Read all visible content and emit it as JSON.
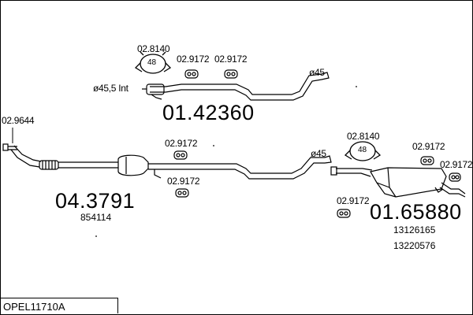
{
  "upper_pipe": {
    "part_number": "01.42360",
    "clamp_ref": "02.8140",
    "clamp_size": "48",
    "hanger_ref_1": "02.9172",
    "hanger_ref_2": "02.9172",
    "diameter_inlet": "ø45,5  Int",
    "diameter_outlet": "ø45"
  },
  "front_pipe": {
    "part_number": "04.3791",
    "sub_number": "854114",
    "gasket_ref": "02.9644",
    "hanger_ref_top": "02.9172",
    "hanger_ref_bottom": "02.9172",
    "diameter_outlet": "ø45"
  },
  "rear_silencer": {
    "part_number": "01.65880",
    "sub_number_1": "13126165",
    "sub_number_2": "13220576",
    "clamp_ref": "02.8140",
    "clamp_size": "48",
    "hanger_ref_left": "02.9172",
    "hanger_ref_right_1": "02.9172",
    "hanger_ref_right_2": "02.9172"
  },
  "footer": {
    "vehicle_code": "OPEL11710A"
  }
}
